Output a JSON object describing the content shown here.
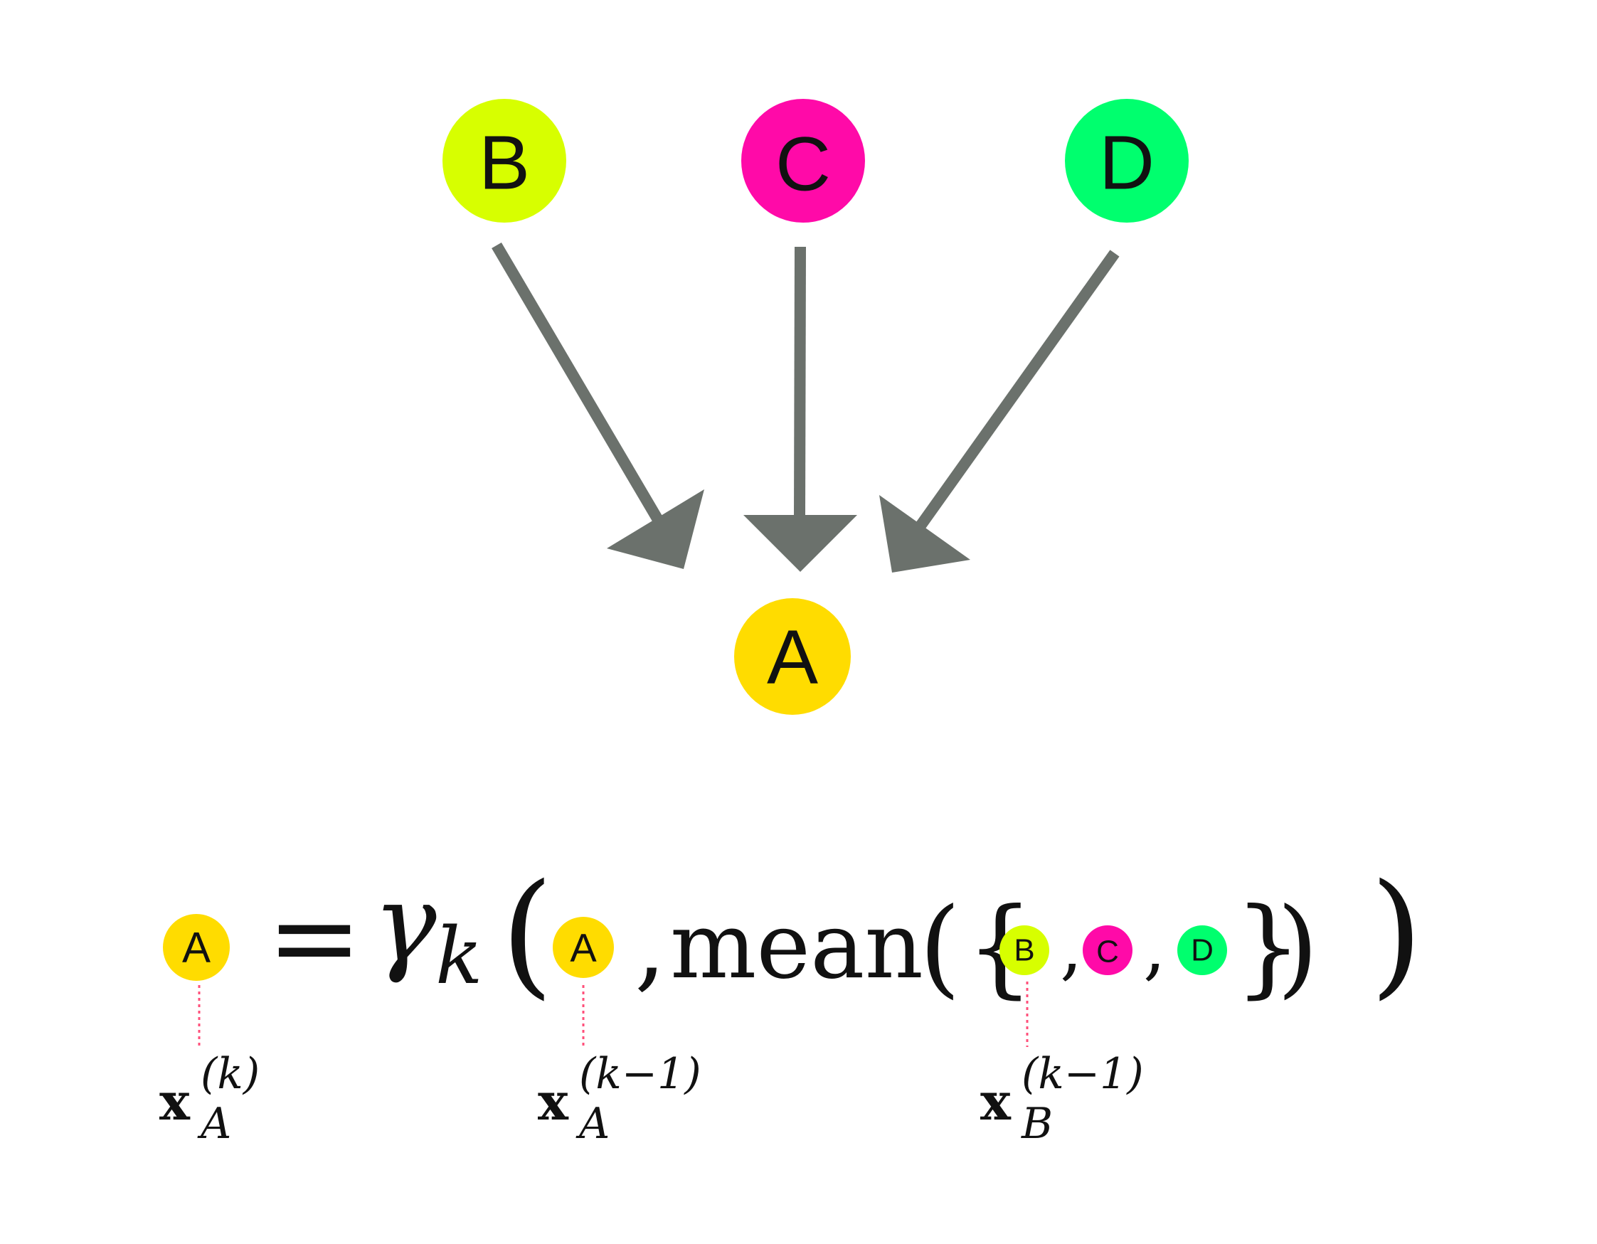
{
  "nodes": {
    "a": {
      "label": "A",
      "color": "#ffdc00"
    },
    "b": {
      "label": "B",
      "color": "#d7ff00"
    },
    "c": {
      "label": "C",
      "color": "#ff0aa8"
    },
    "d": {
      "label": "D",
      "color": "#00ff6e"
    }
  },
  "edges": [
    {
      "from": "B",
      "to": "A"
    },
    {
      "from": "C",
      "to": "A"
    },
    {
      "from": "D",
      "to": "A"
    }
  ],
  "colors": {
    "arrow": "#6b716c",
    "leader_line": "#ff4f7a"
  },
  "formula": {
    "equals": "=",
    "gamma": "γ",
    "gamma_sub": "k",
    "open_paren": "(",
    "comma": ",",
    "mean": "mean",
    "mean_open": "(",
    "set_open": "{",
    "set_close": "}",
    "mean_close": ")",
    "close_paren": ")"
  },
  "annotations": {
    "lhs": {
      "base": "x",
      "sub": "A",
      "sup": "(k)"
    },
    "self": {
      "base": "x",
      "sub": "A",
      "sup": "(k−1)"
    },
    "neighbor": {
      "base": "x",
      "sub": "B",
      "sup": "(k−1)"
    }
  }
}
